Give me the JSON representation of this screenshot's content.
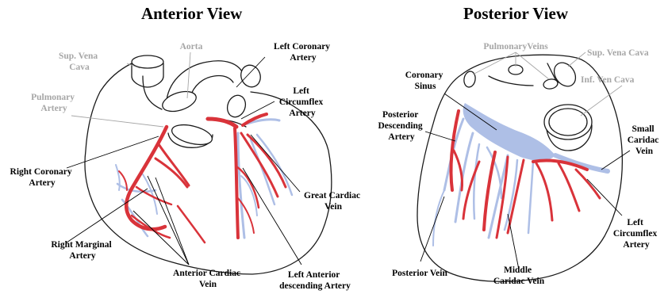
{
  "colors": {
    "artery": "#d9333a",
    "vein": "#aebfe6",
    "gray_label": "#a6a6a6",
    "outline": "#1a1a1a"
  },
  "anterior": {
    "title": "Anterior View",
    "labels": {
      "sup_vena_cava": [
        "Sup. Vena",
        "Cava"
      ],
      "aorta": "Aorta",
      "pulmonary_artery": [
        "Pulmonary",
        "Artery"
      ],
      "left_coronary_artery": [
        "Left Coronary",
        "Artery"
      ],
      "left_circumflex_artery": [
        "Left",
        "Circumflex",
        "Artery"
      ],
      "right_coronary_artery": [
        "Right Coronary",
        "Artery"
      ],
      "great_cardiac_vein": [
        "Great Cardiac",
        "Vein"
      ],
      "right_marginal_artery": [
        "Right Marginal",
        "Artery"
      ],
      "anterior_cardiac_vein": [
        "Anterior Cardiac",
        "Vein"
      ],
      "left_anterior_descending_artery": [
        "Left Anterior",
        "descending  Artery"
      ]
    }
  },
  "posterior": {
    "title": "Posterior View",
    "labels": {
      "pulmonary_veins": "PulmonaryVeins",
      "sup_vena_cava": "Sup. Vena Cava",
      "coronary_sinus": [
        "Coronary",
        "Sinus"
      ],
      "inf_vena_cava": "Inf. Ven Cava",
      "posterior_descending_artery": [
        "Posterior",
        "Descending",
        "Artery"
      ],
      "small_cardiac_vein": [
        "Small",
        "Caridac",
        "Vein"
      ],
      "left_circumflex_artery": [
        "Left",
        "Circumflex",
        "Artery"
      ],
      "posterior_vein": "Posterior Vein",
      "middle_cardiac_vein": [
        "Middle",
        "Caridac Vein"
      ]
    }
  }
}
